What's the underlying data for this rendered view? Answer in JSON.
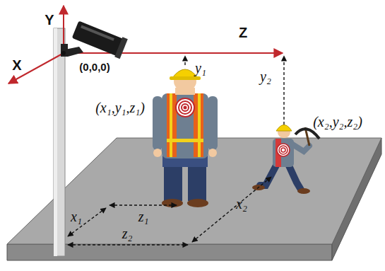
{
  "diagram": {
    "labels": [
      "Y",
      "Z",
      "X",
      "(0,0,0)",
      "y₁",
      "(x₁,y₁,z₁)",
      "y₂",
      "(x₂,y₂,z₂)",
      "z₁",
      "x₁",
      "x₂",
      "z₂"
    ]
  }
}
